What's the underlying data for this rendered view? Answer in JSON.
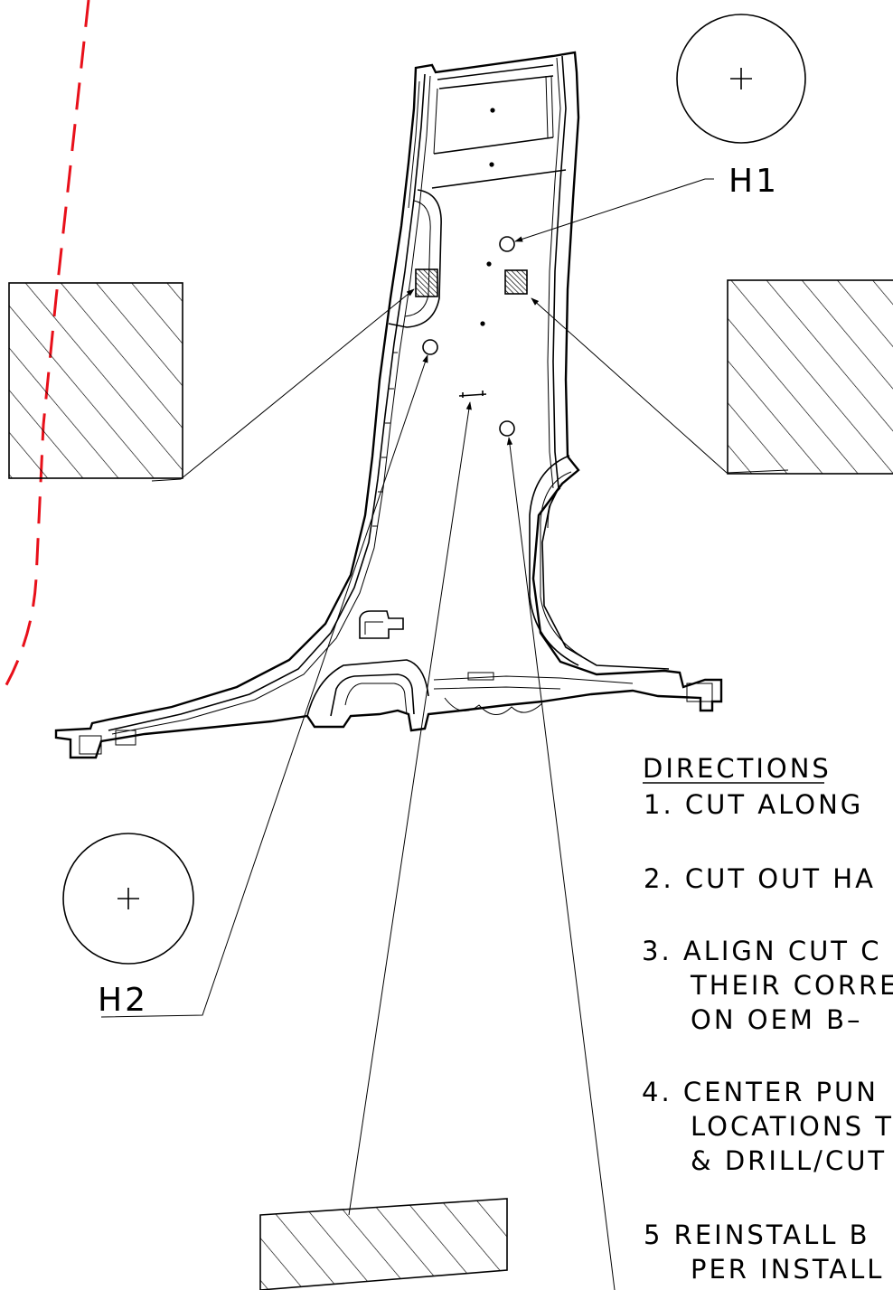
{
  "labels": {
    "h1": "H1",
    "h2": "H2"
  },
  "directions": {
    "heading": "DIRECTIONS",
    "steps": [
      [
        "1.  CUT  ALONG"
      ],
      [
        "2.  CUT  OUT  HA"
      ],
      [
        "3.  ALIGN  CUT  C",
        "THEIR  CORRE",
        "ON  OEM  B–"
      ],
      [
        "4.  CENTER  PUN",
        "LOCATIONS  T",
        "&  DRILL/CUT"
      ],
      [
        "5  REINSTALL  B",
        "PER  INSTALL"
      ]
    ]
  },
  "colors": {
    "ink": "#000000",
    "cut_line": "#e8101a",
    "paper": "#ffffff"
  }
}
